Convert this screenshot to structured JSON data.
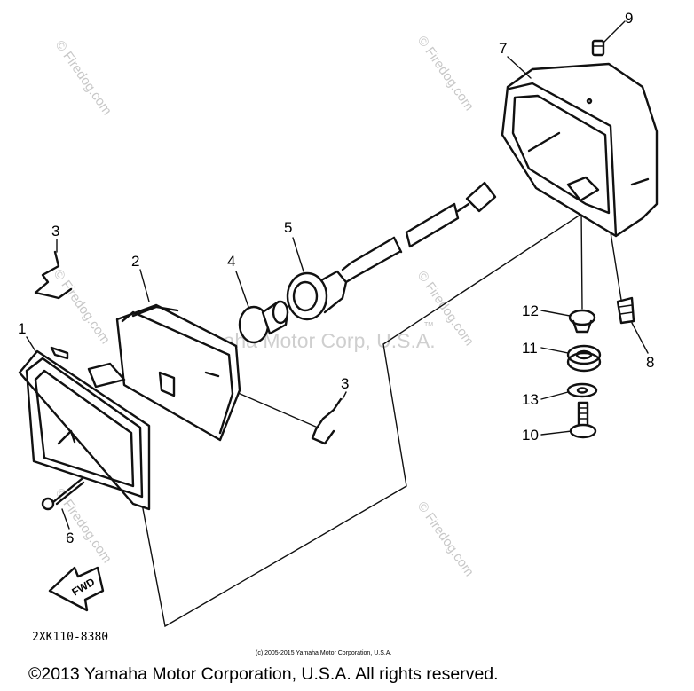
{
  "diagram": {
    "callouts": [
      "1",
      "2",
      "3",
      "3",
      "4",
      "5",
      "6",
      "7",
      "8",
      "9",
      "10",
      "11",
      "12",
      "13"
    ],
    "arrow_label": "FWD",
    "part_code": "2XK110-8380",
    "watermark_main": "Yamaha Motor Corp, U.S.A.",
    "watermark_tm": "TM",
    "watermark_site": "© Firedog.com",
    "small_copyright": "(c) 2005-2015 Yamaha Motor Corporation, U.S.A.",
    "footer_copyright": "©2013 Yamaha Motor Corporation, U.S.A. All rights reserved."
  }
}
